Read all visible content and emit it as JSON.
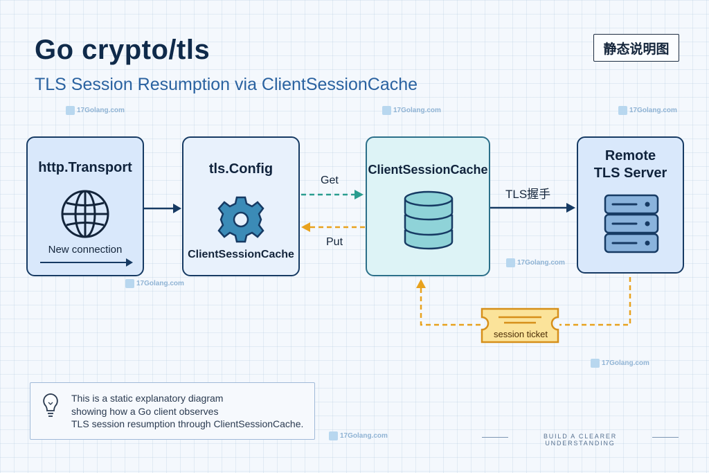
{
  "header": {
    "title": "Go crypto/tls",
    "subtitle": "TLS Session Resumption via ClientSessionCache",
    "badge": "静态说明图"
  },
  "nodes": {
    "transport": {
      "title": "http.Transport",
      "caption": "New connection",
      "icon": "globe-icon"
    },
    "config": {
      "title": "tls.Config",
      "caption": "ClientSessionCache",
      "icon": "gear-icon"
    },
    "cache": {
      "title": "ClientSessionCache",
      "icon": "database-icon"
    },
    "server": {
      "title_line1": "Remote",
      "title_line2": "TLS Server",
      "icon": "server-icon"
    }
  },
  "edges": {
    "get": "Get",
    "put": "Put",
    "handshake": "TLS握手",
    "ticket": "session ticket"
  },
  "note": {
    "icon": "lightbulb-icon",
    "line1": "This is a static explanatory diagram",
    "line2": "showing how a Go client observes",
    "line3": "TLS session resumption through ClientSessionCache."
  },
  "footer": "BUILD A CLEARER UNDERSTANDING",
  "watermark": "17Golang.com",
  "colors": {
    "navy": "#163a63",
    "teal": "#2a9d8f",
    "amber": "#e8a21e",
    "ticket_fill": "#fbe39a"
  }
}
